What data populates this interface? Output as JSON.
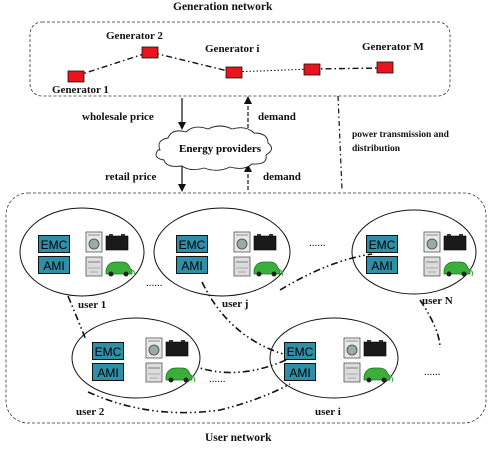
{
  "generation": {
    "title": "Generation network",
    "generators": [
      "Generator 1",
      "Generator 2",
      "Generator i",
      "Generator M"
    ]
  },
  "flows": {
    "wholesale_price": "wholesale price",
    "demand_top": "demand",
    "retail_price": "retail price",
    "demand_bottom": "demand",
    "transmission_line1": "power transmission and",
    "transmission_line2": "distribution"
  },
  "energy_providers": "Energy providers",
  "user_network": {
    "title": "User network",
    "emc_label": "EMC",
    "ami_label": "AMI",
    "users": [
      "user 1",
      "user j",
      "user N",
      "user 2",
      "user i"
    ],
    "ellipsis": "......"
  },
  "colors": {
    "generator": "#e8141e",
    "emc_fill": "#2f8fa8"
  }
}
